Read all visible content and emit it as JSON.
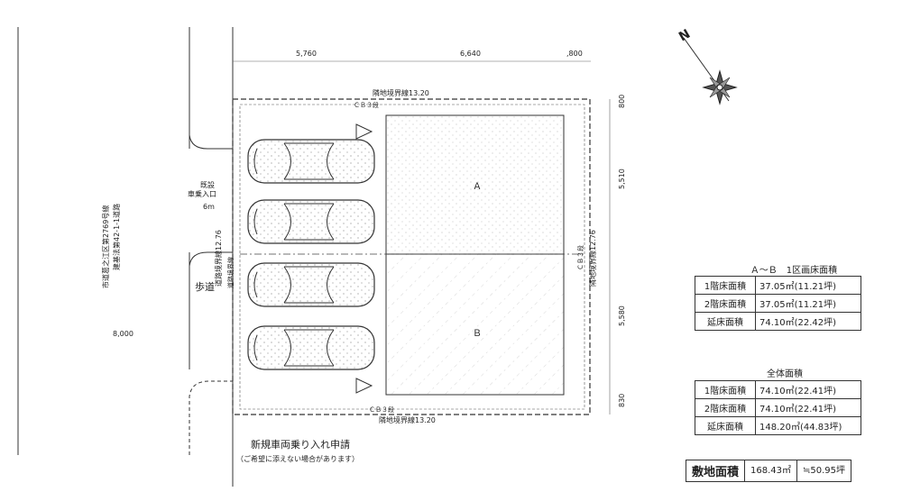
{
  "dims": {
    "top_1": "5,760",
    "top_2": "6,640",
    "top_3": ",800",
    "right_1": "800",
    "right_2": "5,510",
    "right_3": "5,580",
    "right_4": "830",
    "left_width": "8,000"
  },
  "boundaries": {
    "top": "隣地境界線13.20",
    "bottom": "隣地境界線13.20",
    "left": "道路境界線12.76",
    "right": "隣地境界線12.76",
    "block_top": "ＣＢ３段",
    "block_bottom": "ＣＢ３段",
    "block_right": "ＣＢ３段"
  },
  "labels": {
    "road_left": "市道葛之江区第2769号線",
    "road_left_sub": "建基法第42-1-1道路",
    "entrance_1": "既設",
    "entrance_2": "車乗入口",
    "entrance_3": "6m",
    "sidewalk": "歩道",
    "road_edge": "道路境界線",
    "lot_a": "Ａ",
    "lot_b": "Ｂ",
    "application": "新規車両乗り入れ申請",
    "application_note": "（ご希望に添えない場合があります）",
    "north": "N"
  },
  "table_ab": {
    "title": "Ａ～Ｂ　1区画床面積",
    "rows": [
      {
        "label": "1階床面積",
        "value": "37.05㎡(11.21坪)"
      },
      {
        "label": "2階床面積",
        "value": "37.05㎡(11.21坪)"
      },
      {
        "label": "延床面積",
        "value": "74.10㎡(22.42坪)"
      }
    ]
  },
  "table_total": {
    "title": "全体面積",
    "rows": [
      {
        "label": "1階床面積",
        "value": "74.10㎡(22.41坪)"
      },
      {
        "label": "2階床面積",
        "value": "74.10㎡(22.41坪)"
      },
      {
        "label": "延床面積",
        "value": "148.20㎡(44.83坪)"
      }
    ]
  },
  "site_area": {
    "label": "敷地面積",
    "sqm": "168.43㎡",
    "tsubo": "≒50.95坪"
  }
}
